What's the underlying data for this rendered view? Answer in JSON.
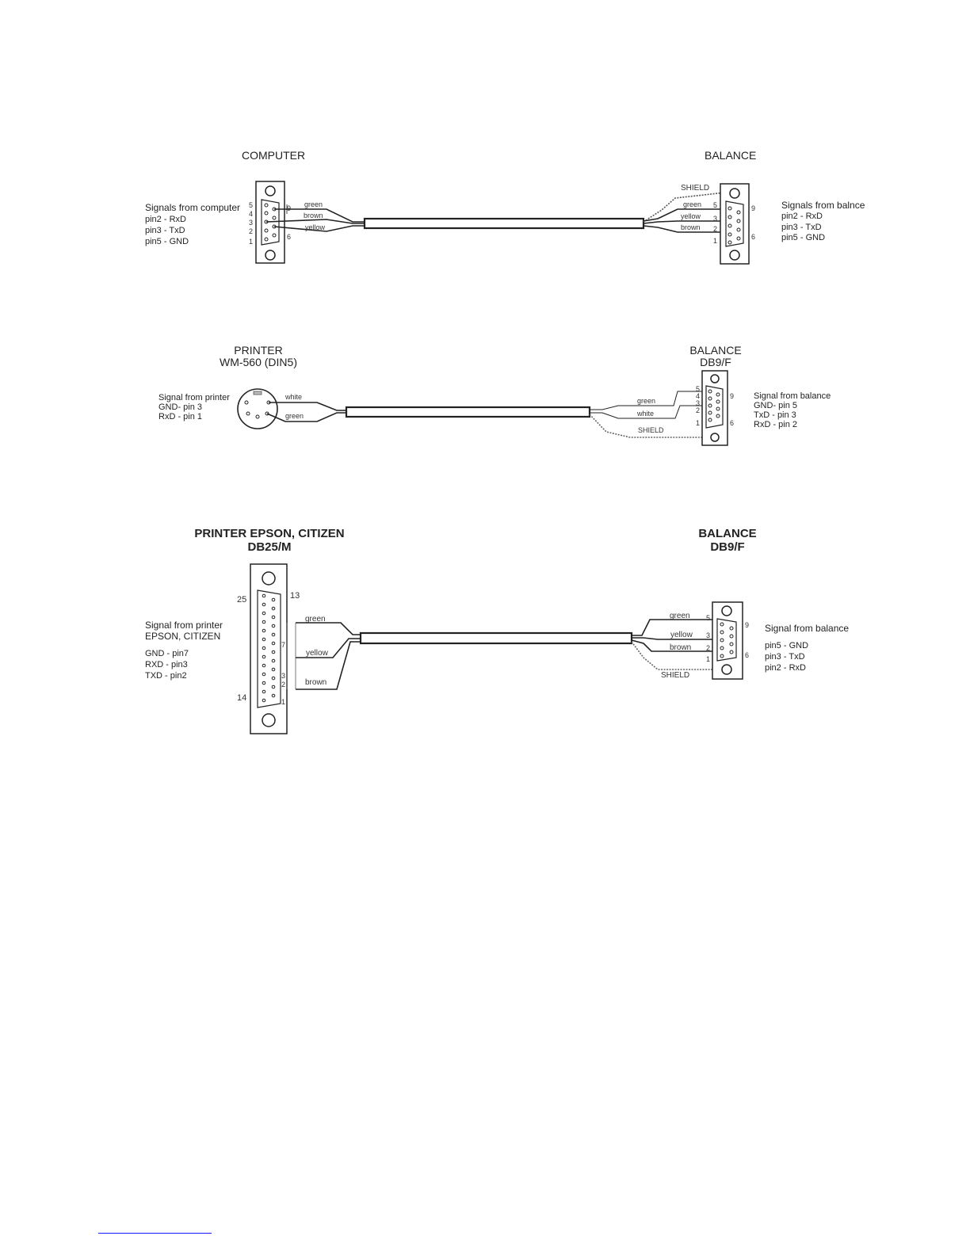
{
  "diagram1": {
    "left_title": "COMPUTER",
    "right_title": "BALANCE",
    "left_signals": [
      "Signals from computer",
      "pin2 - RxD",
      "pin3 - TxD",
      "pin5 - GND"
    ],
    "right_signals": [
      "Signals from balnce",
      "pin2 - RxD",
      "pin3 - TxD",
      "pin5 - GND"
    ],
    "left_pins": [
      "5",
      "4",
      "3",
      "2",
      "1",
      "9",
      "6"
    ],
    "right_pins": [
      "5",
      "3",
      "2",
      "1",
      "9",
      "6"
    ],
    "left_wires": [
      "green",
      "brown",
      "yellow"
    ],
    "right_wires": [
      "green",
      "yellow",
      "brown"
    ],
    "shield": "SHIELD"
  },
  "diagram2": {
    "left_title": [
      "PRINTER",
      "WM-560 (DIN5)"
    ],
    "right_title": [
      "BALANCE",
      "DB9/F"
    ],
    "left_signals": [
      "Signal from printer",
      "GND- pin 3",
      "RxD - pin 1"
    ],
    "right_signals": [
      "Signal from balance",
      "GND- pin 5",
      "TxD - pin 3",
      "RxD - pin 2"
    ],
    "left_wires": [
      "white",
      "green"
    ],
    "right_wires": [
      "green",
      "white"
    ],
    "right_pins": [
      "5",
      "4",
      "3",
      "2",
      "1",
      "9",
      "6"
    ],
    "shield": "SHIELD"
  },
  "diagram3": {
    "left_title": [
      "PRINTER EPSON, CITIZEN",
      "DB25/M"
    ],
    "right_title": [
      "BALANCE",
      "DB9/F"
    ],
    "left_signals": [
      "Signal from printer",
      "EPSON, CITIZEN",
      "GND - pin7",
      "RXD - pin3",
      "TXD - pin2"
    ],
    "right_signals": [
      "Signal from balance",
      "pin5 - GND",
      "pin3 - TxD",
      "pin2 - RxD"
    ],
    "left_pins": [
      "25",
      "13",
      "14",
      "7",
      "3",
      "2",
      "1"
    ],
    "right_pins": [
      "5",
      "3",
      "2",
      "1",
      "9",
      "6"
    ],
    "left_wires": [
      "green",
      "yellow",
      "brown"
    ],
    "right_wires": [
      "green",
      "yellow",
      "brown"
    ],
    "shield": "SHIELD"
  }
}
